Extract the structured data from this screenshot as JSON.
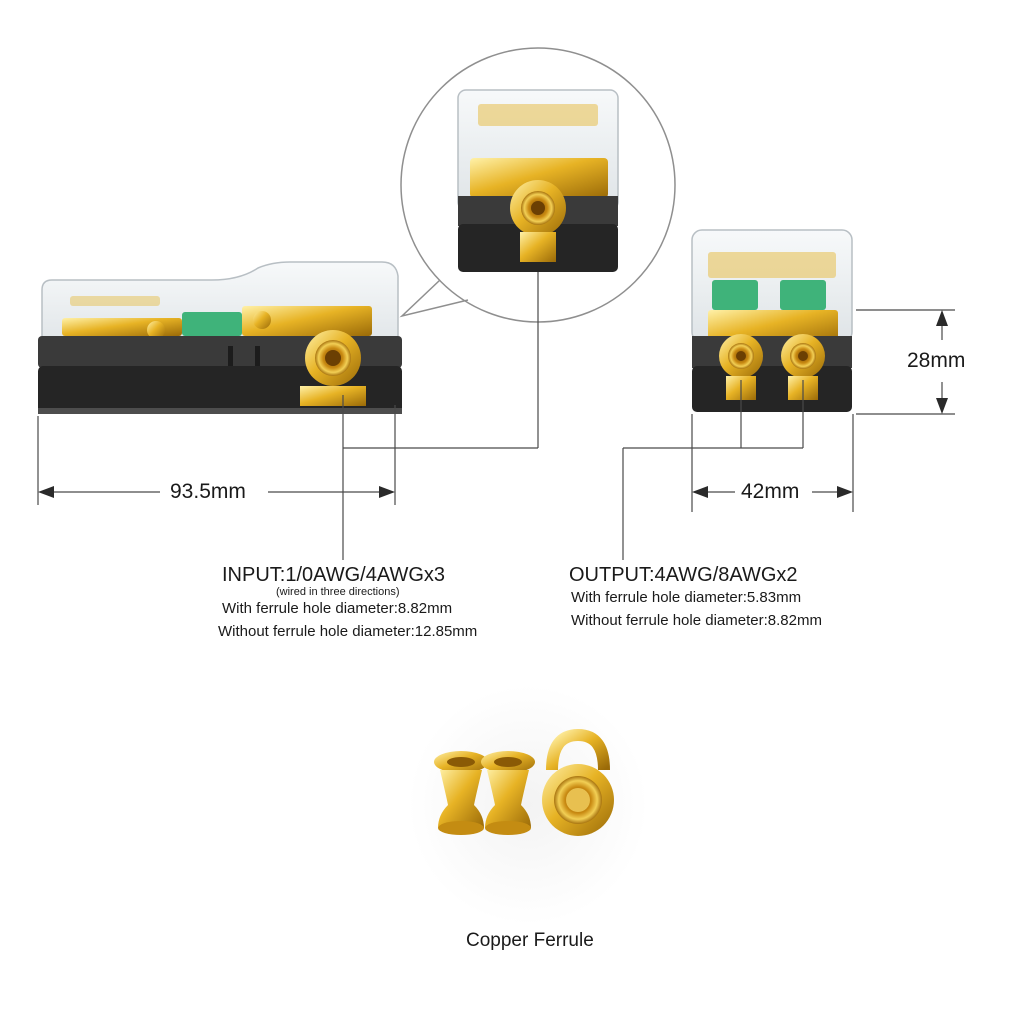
{
  "dimensions": {
    "width": "93.5mm",
    "depth": "42mm",
    "height": "28mm"
  },
  "input": {
    "title": "INPUT:1/0AWG/4AWGx3",
    "note": "(wired in three directions)",
    "with_ferrule": "With ferrule hole diameter:8.82mm",
    "without_ferrule": "Without ferrule hole diameter:12.85mm"
  },
  "output": {
    "title": "OUTPUT:4AWG/8AWGx2",
    "with_ferrule": "With ferrule hole diameter:5.83mm",
    "without_ferrule": "Without ferrule hole diameter:8.82mm"
  },
  "accessory": {
    "caption": "Copper Ferrule"
  },
  "colors": {
    "housing_black": "#2b2b2b",
    "lid_clear": "#eef1f3",
    "gold": "#e0a81c",
    "fuse_green": "#3fb37a"
  }
}
